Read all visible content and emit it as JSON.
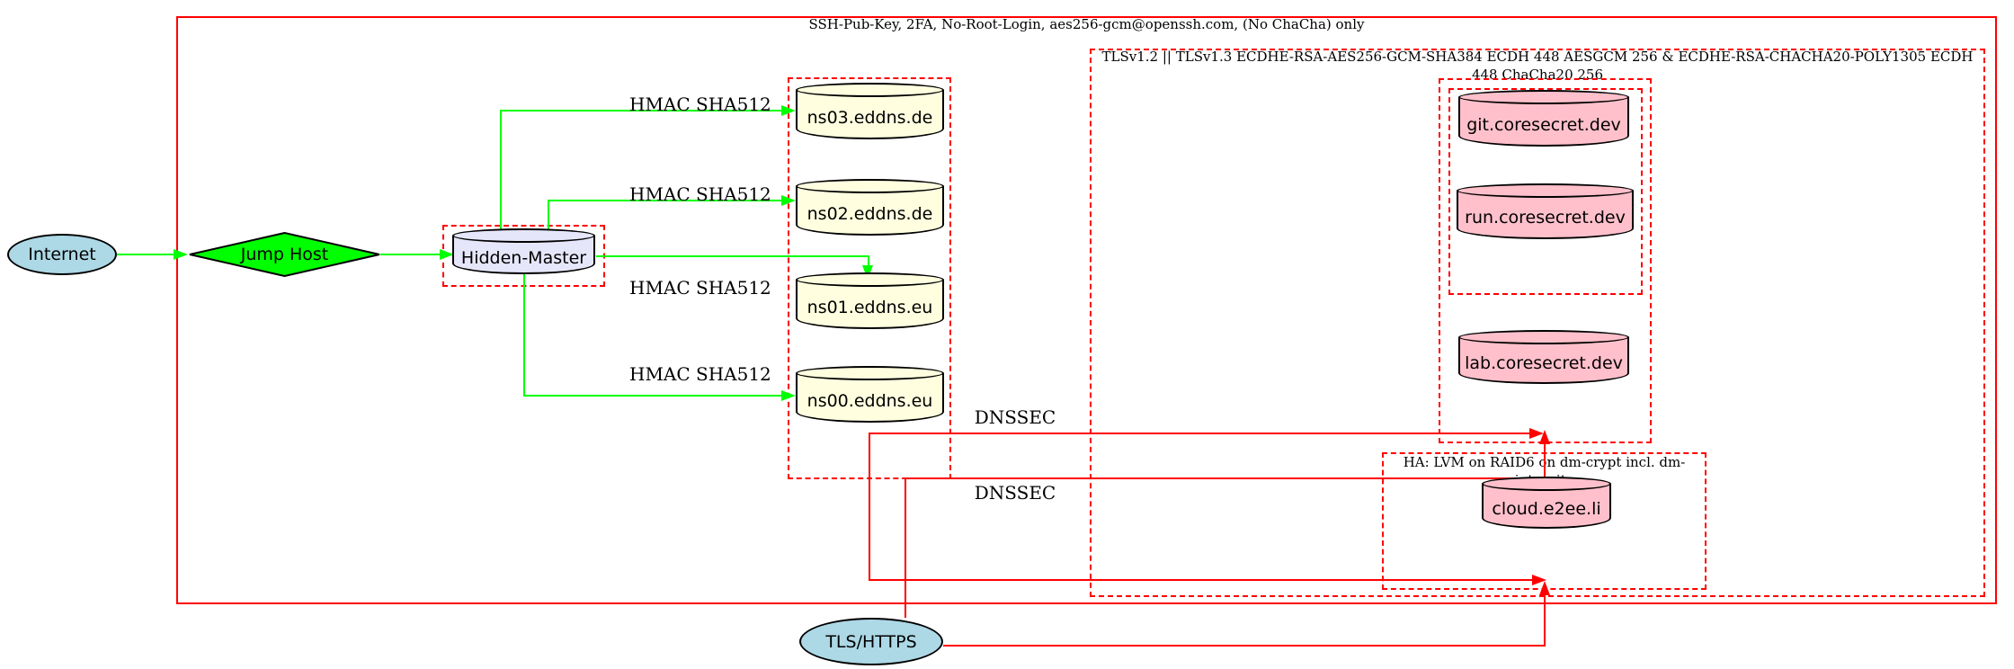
{
  "diagram_type": "network-security-topology",
  "clusters": {
    "ssh": {
      "label": "SSH-Pub-Key, 2FA, No-Root-Login, aes256-gcm@openssh.com, (No ChaCha) only",
      "border_style": "solid"
    },
    "tls": {
      "label": "TLSv1.2 || TLSv1.3 ECDHE-RSA-AES256-GCM-SHA384 ECDH 448 AESGCM 256 & ECDHE-RSA-CHACHA20-POLY1305 ECDH 448 ChaCha20 256",
      "border_style": "dashed"
    },
    "ha": {
      "label": "HA: LVM on RAID6 on dm-crypt incl. dm-integrity",
      "border_style": "dashed"
    }
  },
  "nodes": {
    "internet": {
      "label": "Internet",
      "shape": "ellipse",
      "fill": "#add8e6"
    },
    "jump_host": {
      "label": "Jump Host",
      "shape": "diamond",
      "fill": "#00ff00"
    },
    "hidden_master": {
      "label": "Hidden-Master",
      "shape": "cylinder",
      "fill": "#e6e6fa"
    },
    "ns03": {
      "label": "ns03.eddns.de",
      "shape": "cylinder",
      "fill": "#ffffe0"
    },
    "ns02": {
      "label": "ns02.eddns.de",
      "shape": "cylinder",
      "fill": "#ffffe0"
    },
    "ns01": {
      "label": "ns01.eddns.eu",
      "shape": "cylinder",
      "fill": "#ffffe0"
    },
    "ns00": {
      "label": "ns00.eddns.eu",
      "shape": "cylinder",
      "fill": "#ffffe0"
    },
    "git": {
      "label": "git.coresecret.dev",
      "shape": "cylinder",
      "fill": "#ffc0cb"
    },
    "run": {
      "label": "run.coresecret.dev",
      "shape": "cylinder",
      "fill": "#ffc0cb"
    },
    "lab": {
      "label": "lab.coresecret.dev",
      "shape": "cylinder",
      "fill": "#ffc0cb"
    },
    "cloud": {
      "label": "cloud.e2ee.li",
      "shape": "cylinder",
      "fill": "#ffc0cb"
    },
    "tls_https": {
      "label": "TLS/HTTPS",
      "shape": "ellipse",
      "fill": "#add8e6"
    }
  },
  "edge_labels": {
    "hmac_ns03": "HMAC SHA512",
    "hmac_ns02": "HMAC SHA512",
    "hmac_ns01": "HMAC SHA512",
    "hmac_ns00": "HMAC SHA512",
    "dnssec_top": "DNSSEC",
    "dnssec_bottom": "DNSSEC"
  },
  "colors": {
    "cluster_border": "#ff0000",
    "secure_edge_green": "#00ff00",
    "public_edge_red": "#ff0000",
    "dns_node_fill": "#ffffe0",
    "web_node_fill": "#ffc0cb",
    "master_node_fill": "#e6e6fa",
    "endpoint_node_fill": "#add8e6",
    "node_border": "#000000"
  }
}
